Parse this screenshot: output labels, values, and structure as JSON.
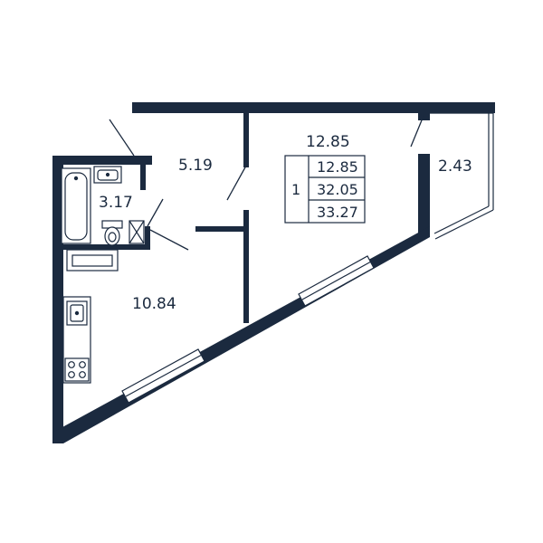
{
  "colors": {
    "wall": "#1b2a3f",
    "background": "#ffffff",
    "line": "#1b2a3f"
  },
  "rooms": {
    "living_room_area": "12.85",
    "hallway_area": "5.19",
    "bathroom_area": "3.17",
    "kitchen_area": "10.84",
    "balcony_area": "2.43"
  },
  "summary_table": {
    "rooms_count": "1",
    "living_area": "12.85",
    "total_area_without_balcony": "32.05",
    "total_area": "33.27"
  },
  "fixtures": {
    "bathtub": "bathtub-icon",
    "sink": "sink-icon",
    "toilet": "toilet-icon",
    "kitchen_sink": "kitchen-sink-icon",
    "stove": "stove-icon",
    "washer": "washing-machine-icon"
  }
}
